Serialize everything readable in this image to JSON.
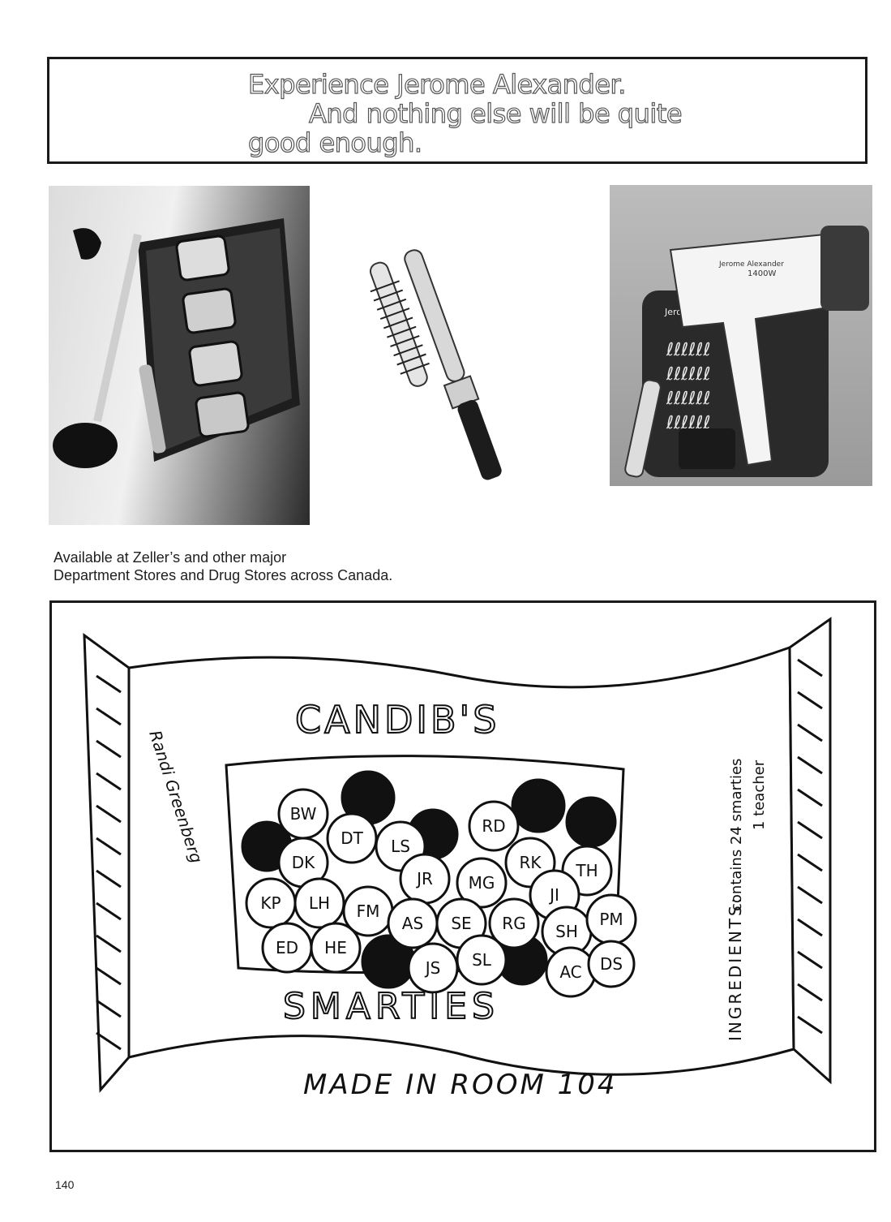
{
  "headline": {
    "line1": "Experience Jerome Alexander.",
    "line2": "And nothing else will be quite",
    "line3": "good enough."
  },
  "products": {
    "dryer_brand": "Jerome Alexander",
    "dryer_wattage": "1400W",
    "case_brand": "Jerome"
  },
  "caption": {
    "line1": "Available at Zeller’s and other major",
    "line2": "Department Stores and Drug Stores across Canada."
  },
  "cartoon": {
    "brand": "CANDIB'S",
    "product": "SMARTIES",
    "made_in": "MADE IN ROOM 104",
    "ingredients_label": "INGREDIENTS:",
    "ingredients_line1": "contains 24 smarties",
    "ingredients_line2": "1 teacher",
    "signature": "Randi Greenberg",
    "initials": [
      "BW",
      "DT",
      "LS",
      "RD",
      "DK",
      "RK",
      "TH",
      "JR",
      "MG",
      "JI",
      "KP",
      "LH",
      "FM",
      "AS",
      "SE",
      "RG",
      "SH",
      "PM",
      "ED",
      "HE",
      "JS",
      "SL",
      "AC",
      "DS"
    ]
  },
  "page_number": "140"
}
